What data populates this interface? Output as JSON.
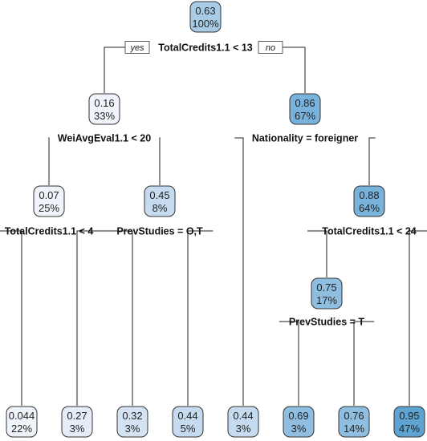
{
  "branch_labels": {
    "yes": "yes",
    "no": "no"
  },
  "colors": {
    "scale": [
      "#eff4fb",
      "#e4edf8",
      "#d4e2f3",
      "#c6daf0",
      "#a8cbe6",
      "#8fbee0",
      "#79b2da",
      "#5fa3d1"
    ]
  },
  "nodes": [
    {
      "id": "n0",
      "value": "0.63",
      "pct": "100%",
      "level": 4
    },
    {
      "id": "n1",
      "value": "0.16",
      "pct": "33%",
      "level": 0
    },
    {
      "id": "n2",
      "value": "0.86",
      "pct": "67%",
      "level": 6
    },
    {
      "id": "n3",
      "value": "0.07",
      "pct": "25%",
      "level": 0
    },
    {
      "id": "n4",
      "value": "0.45",
      "pct": "8%",
      "level": 3
    },
    {
      "id": "n5",
      "value": "0.88",
      "pct": "64%",
      "level": 6
    },
    {
      "id": "n6",
      "value": "0.75",
      "pct": "17%",
      "level": 5
    },
    {
      "id": "l1",
      "value": "0.044",
      "pct": "22%",
      "level": 0
    },
    {
      "id": "l2",
      "value": "0.27",
      "pct": "3%",
      "level": 1
    },
    {
      "id": "l3",
      "value": "0.32",
      "pct": "3%",
      "level": 2
    },
    {
      "id": "l4",
      "value": "0.44",
      "pct": "5%",
      "level": 3
    },
    {
      "id": "l5",
      "value": "0.44",
      "pct": "3%",
      "level": 3
    },
    {
      "id": "l6",
      "value": "0.69",
      "pct": "3%",
      "level": 5
    },
    {
      "id": "l7",
      "value": "0.76",
      "pct": "14%",
      "level": 5
    },
    {
      "id": "l8",
      "value": "0.95",
      "pct": "47%",
      "level": 7
    }
  ],
  "splits": [
    {
      "id": "s0",
      "label": "TotalCredits1.1 < 13"
    },
    {
      "id": "s1",
      "label": "WeiAvgEval1.1 < 20"
    },
    {
      "id": "s2",
      "label": "Nationality = foreigner"
    },
    {
      "id": "s3",
      "label": "TotalCredits1.1 < 4"
    },
    {
      "id": "s4",
      "label": "PrevStudies = O,T"
    },
    {
      "id": "s5",
      "label": "TotalCredits1.1 < 24"
    },
    {
      "id": "s6",
      "label": "PrevStudies = T"
    }
  ]
}
